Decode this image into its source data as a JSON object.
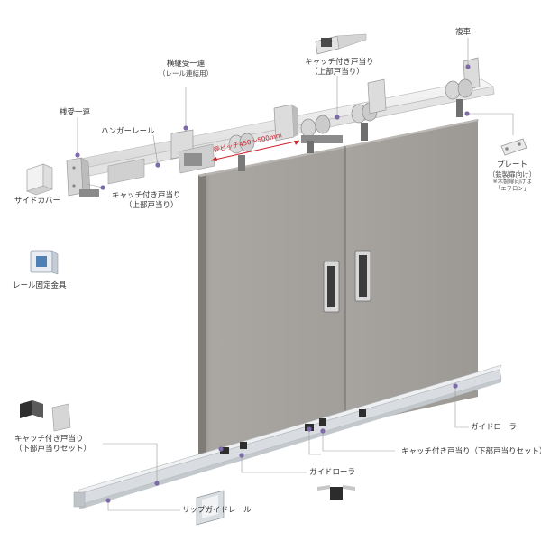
{
  "labels": {
    "fukusha": "複車",
    "catch_top_right": "キャッチ付き戸当り",
    "catch_top_right_sub": "（上部戸当り）",
    "yokotsugi": "横継受一連",
    "yokotsugi_sub": "（レール連結用）",
    "hashiuke": "桟受一連",
    "hanger_rail": "ハンガーレール",
    "pitch": "受ピッチ450〜500mm",
    "plate": "プレート",
    "plate_sub": "（鉄製扉向け）",
    "plate_note1": "※木製扉向けは",
    "plate_note2": "「エフロン」",
    "side_cover": "サイドカバー",
    "catch_top_left": "キャッチ付き戸当り",
    "catch_top_left_sub": "（上部戸当り）",
    "rail_fixing": "レール固定金具",
    "guide_roller_right": "ガイドローラ",
    "catch_bottom_left": "キャッチ付き戸当り",
    "catch_bottom_left_sub": "（下部戸当りセット）",
    "catch_bottom_right": "キャッチ付き戸当り（下部戸当りセット）",
    "guide_roller_center": "ガイドローラ",
    "lip_guide_rail": "リップガイドレール"
  },
  "colors": {
    "door": "#a4a19d",
    "rail": "#ececec",
    "marker": "#7d6aa8",
    "accent_red": "#d21d2a",
    "fixing_blue": "#4f7fb3"
  }
}
